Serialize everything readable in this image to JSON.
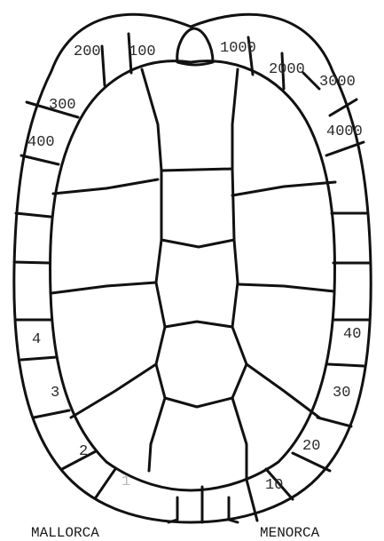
{
  "scutes": {
    "top_left": [
      "200",
      "100"
    ],
    "top_right": [
      "1000"
    ],
    "right_upper": [
      "2000",
      "3000",
      "4000"
    ],
    "left_upper": [
      "300",
      "400"
    ],
    "left_lower": [
      "4",
      "3",
      "2",
      "1"
    ],
    "right_lower": [
      "40",
      "30",
      "20",
      "10"
    ]
  },
  "captions": {
    "left": "MALLORCA",
    "right": "MENORCA"
  }
}
